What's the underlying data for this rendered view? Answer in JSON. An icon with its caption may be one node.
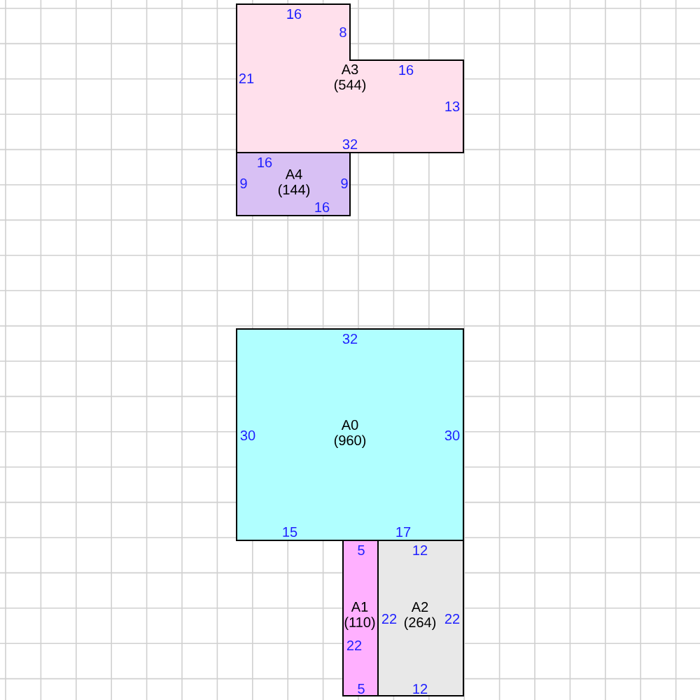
{
  "diagram": {
    "nodes": [
      {
        "text": [
          "A3",
          "(544)",
          "16",
          "8",
          "21",
          "16",
          "13",
          "32"
        ]
      },
      {
        "text": [
          "A4",
          "(144)",
          "16",
          "9",
          "9",
          "16"
        ]
      },
      {
        "text": [
          "A0",
          "(960)",
          "32",
          "30",
          "30",
          "15",
          "17"
        ]
      },
      {
        "text": [
          "A1",
          "(110)",
          "5",
          "22",
          "5"
        ]
      },
      {
        "text": [
          "A2",
          "(264)",
          "12",
          "22",
          "22",
          "12"
        ]
      }
    ]
  }
}
